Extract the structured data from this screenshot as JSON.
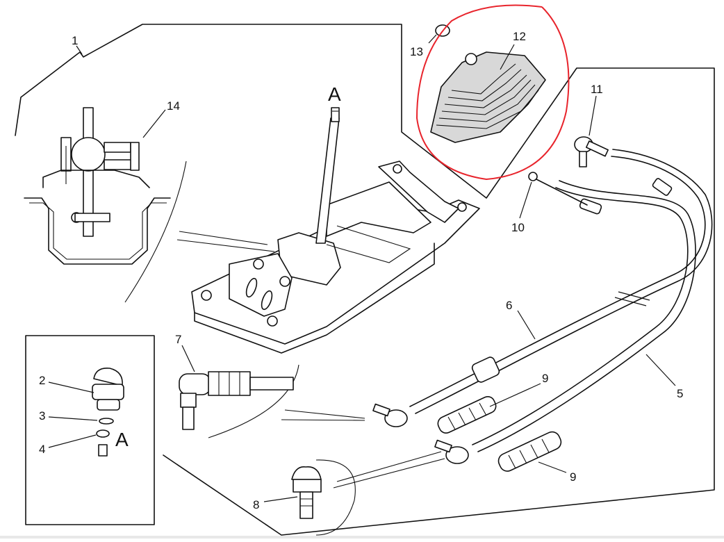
{
  "callouts": {
    "c1": "1",
    "c2": "2",
    "c3": "3",
    "c4": "4",
    "c5": "5",
    "c6": "6",
    "c7": "7",
    "c8": "8",
    "c9a": "9",
    "c9b": "9",
    "c10": "10",
    "c11": "11",
    "c12": "12",
    "c13": "13",
    "c14": "14",
    "letter_a_top": "A",
    "letter_a_inset": "A"
  },
  "highlight_color": "#e8242c",
  "line_color": "#111111"
}
